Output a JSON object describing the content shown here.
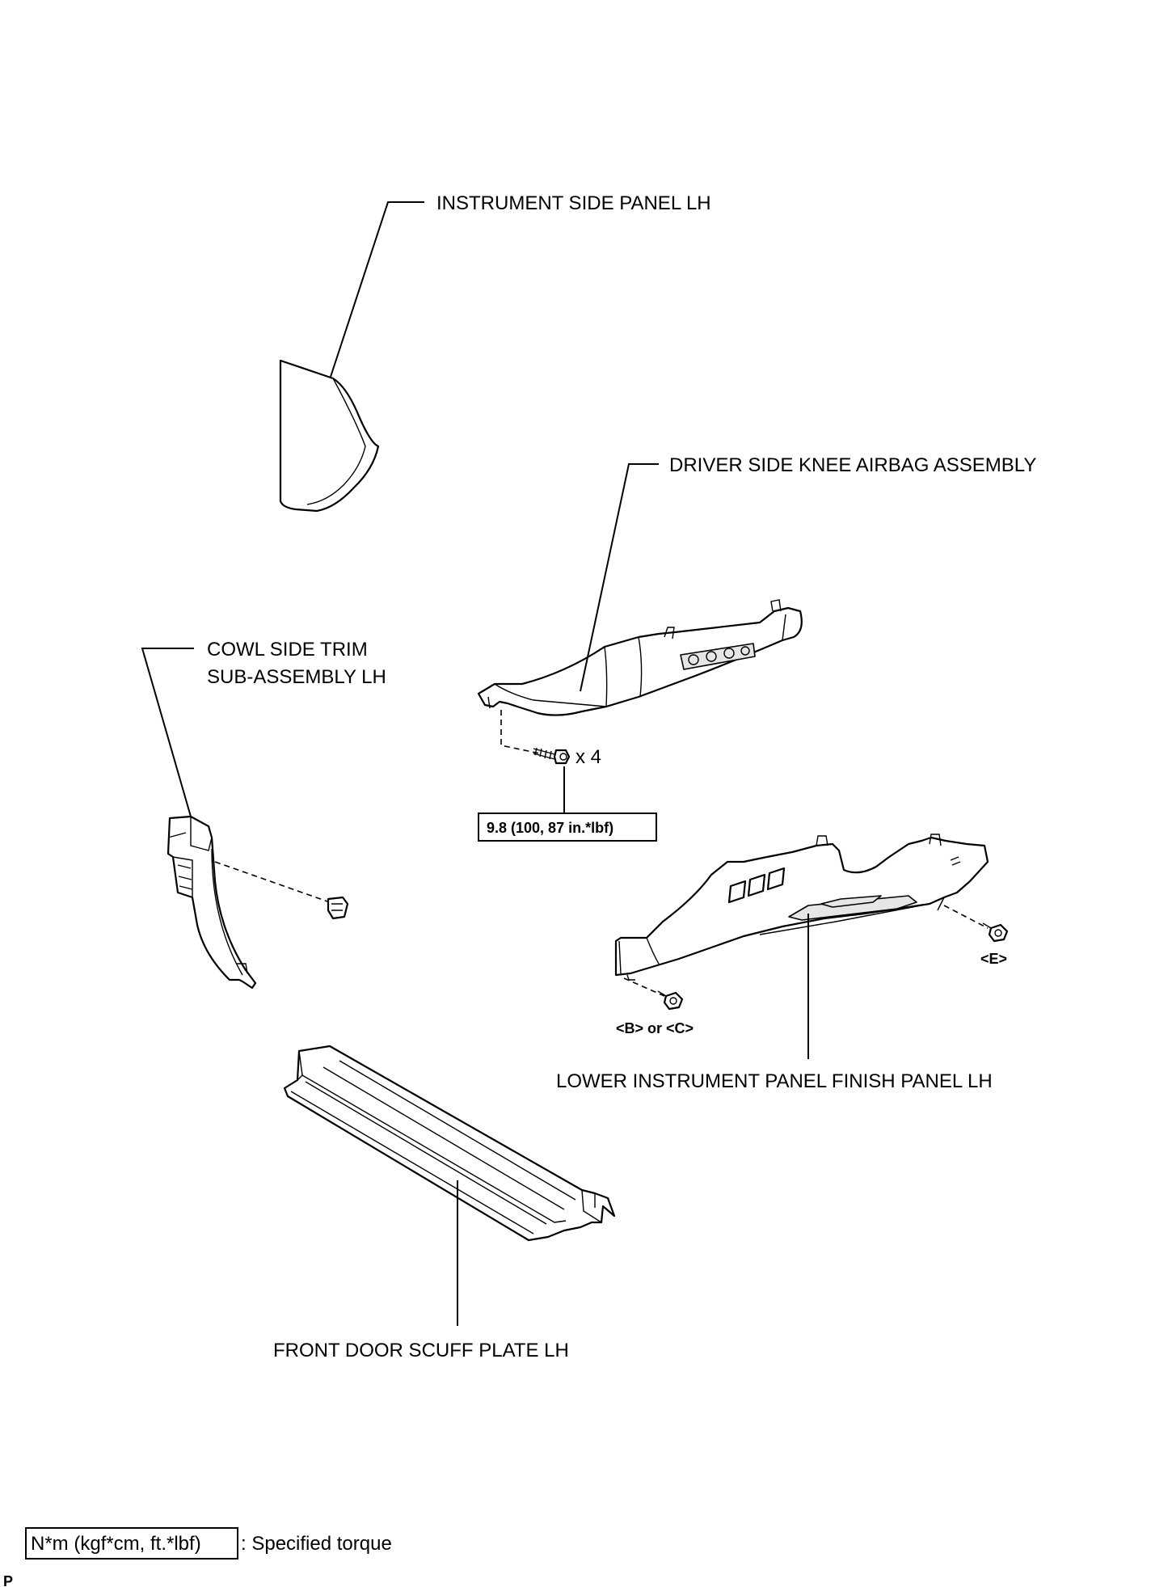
{
  "labels": {
    "instrument_side_panel": "INSTRUMENT SIDE PANEL LH",
    "knee_airbag": "DRIVER SIDE KNEE AIRBAG ASSEMBLY",
    "cowl_side_trim_line1": "COWL SIDE TRIM",
    "cowl_side_trim_line2": "SUB-ASSEMBLY LH",
    "lower_finish_panel": "LOWER INSTRUMENT PANEL FINISH PANEL LH",
    "scuff_plate": "FRONT DOOR SCUFF PLATE LH"
  },
  "fasteners": {
    "bolt_quantity": "x 4",
    "torque_value": "9.8 (100, 87 in.*lbf)",
    "code_e": "<E>",
    "code_b_or_c": "<B> or <C>"
  },
  "legend": {
    "units": "N*m (kgf*cm, ft.*lbf)",
    "description": ": Specified torque"
  },
  "page_code": "P"
}
